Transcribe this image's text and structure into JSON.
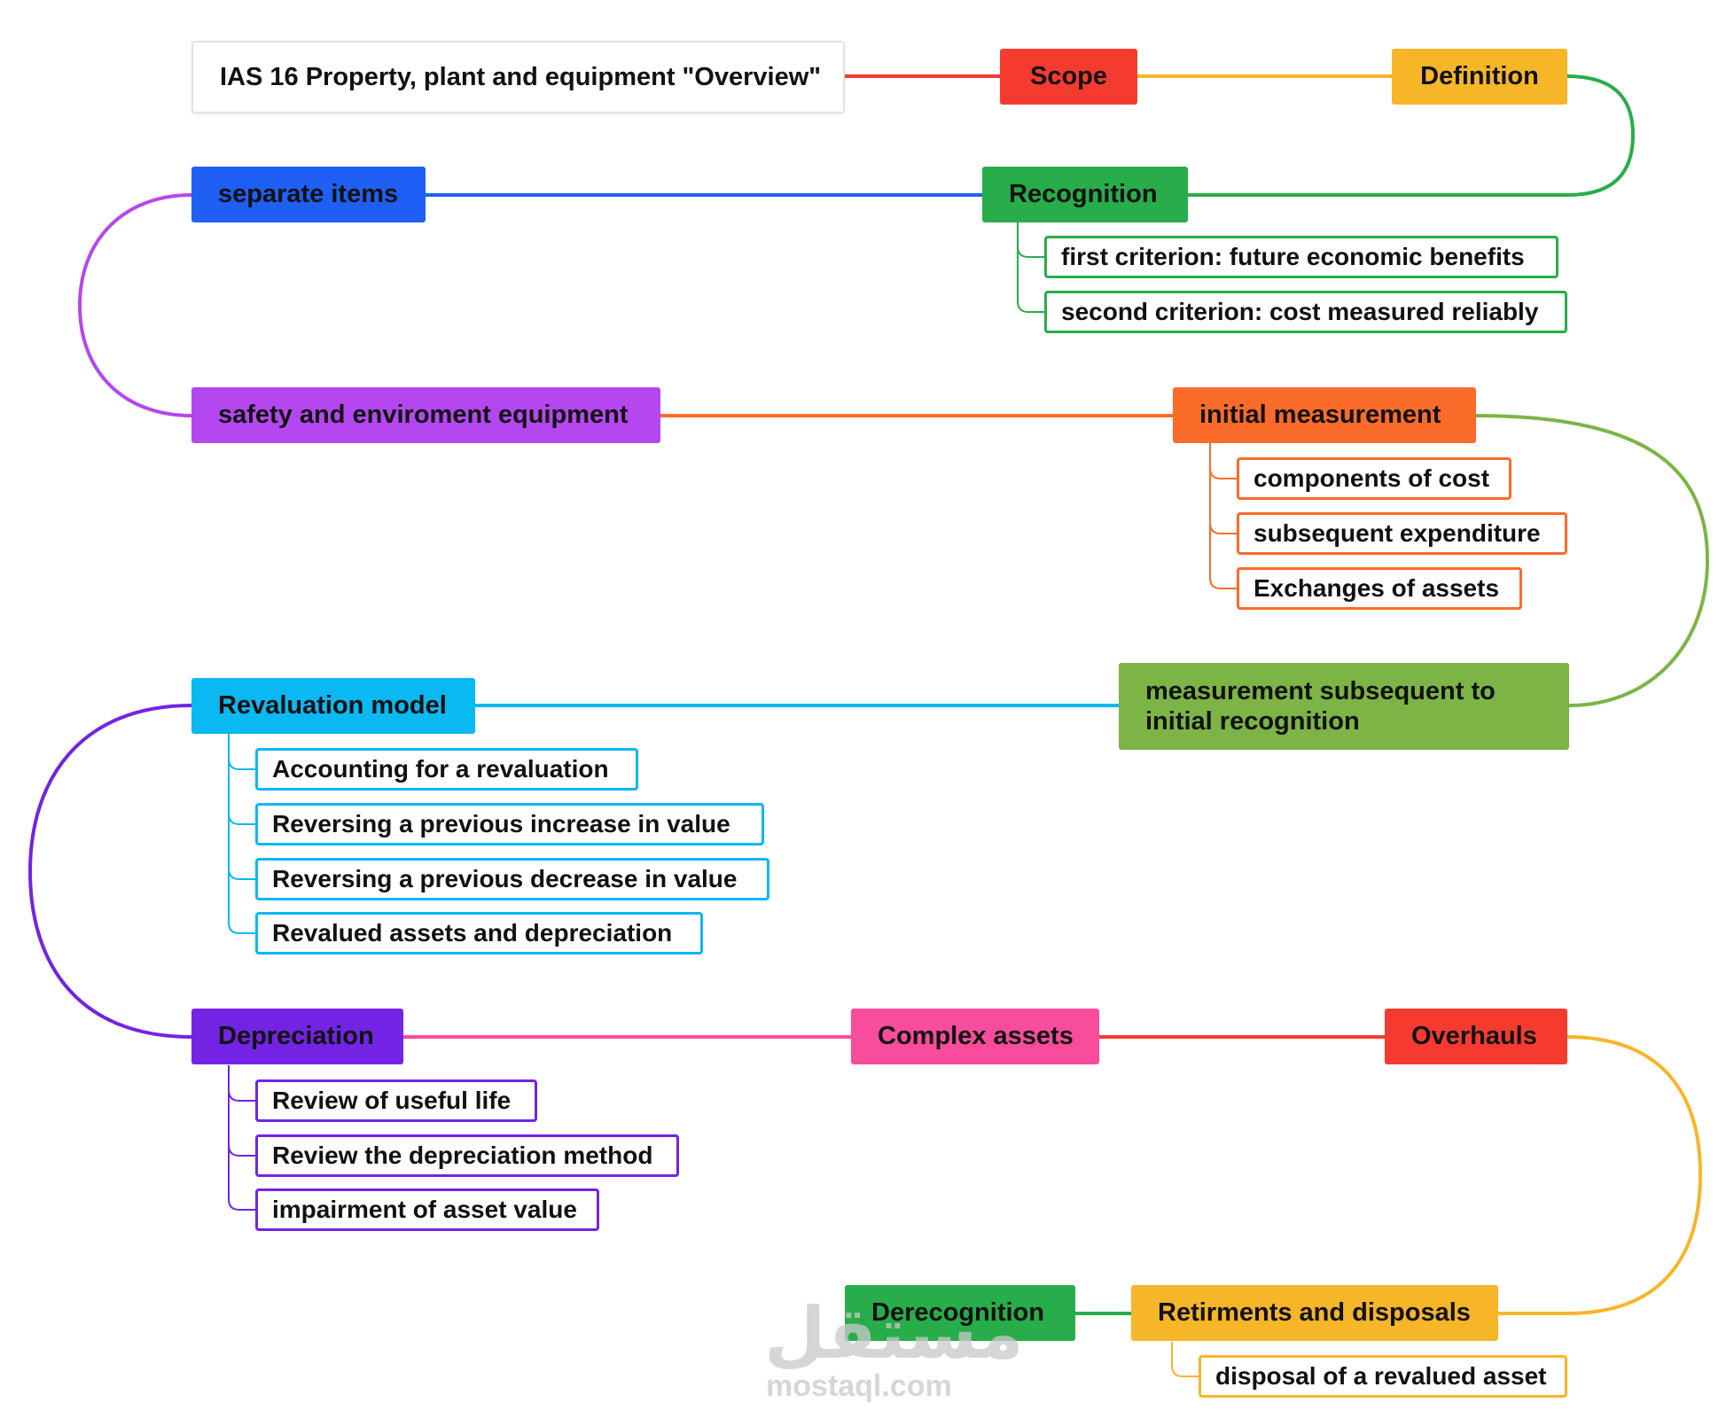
{
  "root": {
    "label": "IAS 16 Property, plant and equipment \"Overview\""
  },
  "main_nodes": {
    "scope": {
      "label": "Scope",
      "color": "#f53b2f"
    },
    "definition": {
      "label": "Definition",
      "color": "#f7b528"
    },
    "recognition": {
      "label": "Recognition",
      "color": "#27ad4a"
    },
    "separate_items": {
      "label": "separate items",
      "color": "#1f5ff5"
    },
    "safety": {
      "label": "safety and enviroment equipment",
      "color": "#b547f0"
    },
    "initial_measurement": {
      "label": "initial measurement",
      "color": "#fb6b2a"
    },
    "measurement_subsequent": {
      "label": "measurement subsequent to initial recognition",
      "color": "#7db446"
    },
    "revaluation_model": {
      "label": "Revaluation model",
      "color": "#0ab8f2"
    },
    "depreciation": {
      "label": "Depreciation",
      "color": "#7323e4"
    },
    "complex_assets": {
      "label": "Complex assets",
      "color": "#fa4c9c"
    },
    "overhauls": {
      "label": "Overhauls",
      "color": "#f53b2f"
    },
    "retirements": {
      "label": "Retirments and disposals",
      "color": "#f7b528"
    },
    "derecognition": {
      "label": "Derecognition",
      "color": "#27ad4a"
    }
  },
  "children": {
    "recognition": [
      "first criterion: future economic benefits",
      "second criterion: cost measured reliably"
    ],
    "initial_measurement": [
      "components of cost",
      "subsequent expenditure",
      "Exchanges of assets"
    ],
    "revaluation_model": [
      "Accounting for a revaluation",
      "Reversing a previous increase in value",
      "Reversing a previous decrease in value",
      "Revalued assets and depreciation"
    ],
    "depreciation": [
      "Review of useful life",
      "Review the depreciation method",
      "impairment of asset value"
    ],
    "retirements": [
      "disposal of a revalued asset"
    ]
  },
  "watermark": {
    "arabic": "مستقل",
    "latin": "mostaql.com"
  }
}
